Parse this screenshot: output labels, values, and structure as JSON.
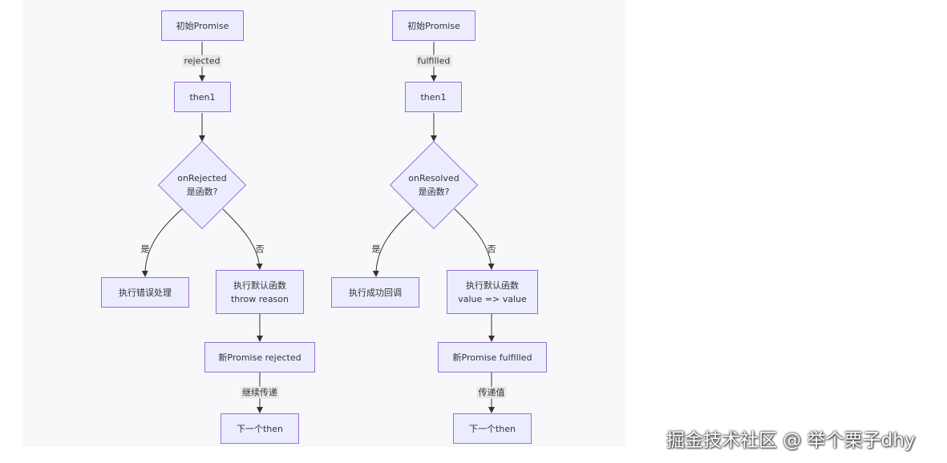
{
  "left": {
    "start": "初始Promise",
    "edge_start": "rejected",
    "then": "then1",
    "decision_l1": "onRejected",
    "decision_l2": "是函数?",
    "yes_label": "是",
    "no_label": "否",
    "yes_node": "执行错误处理",
    "no_node_l1": "执行默认函数",
    "no_node_l2": "throw reason",
    "new_promise": "新Promise rejected",
    "edge_pass": "继续传递",
    "next": "下一个then"
  },
  "right": {
    "start": "初始Promise",
    "edge_start": "fulfilled",
    "then": "then1",
    "decision_l1": "onResolved",
    "decision_l2": "是函数?",
    "yes_label": "是",
    "no_label": "否",
    "yes_node": "执行成功回调",
    "no_node_l1": "执行默认函数",
    "no_node_l2": "value => value",
    "new_promise": "新Promise fulfilled",
    "edge_pass": "传递值",
    "next": "下一个then"
  },
  "watermark": "掘金技术社区 @ 举个栗子dhy",
  "colors": {
    "node_fill": "#ececff",
    "node_stroke": "#9370db",
    "edge": "#333333",
    "canvas": "#f8f7fa"
  }
}
